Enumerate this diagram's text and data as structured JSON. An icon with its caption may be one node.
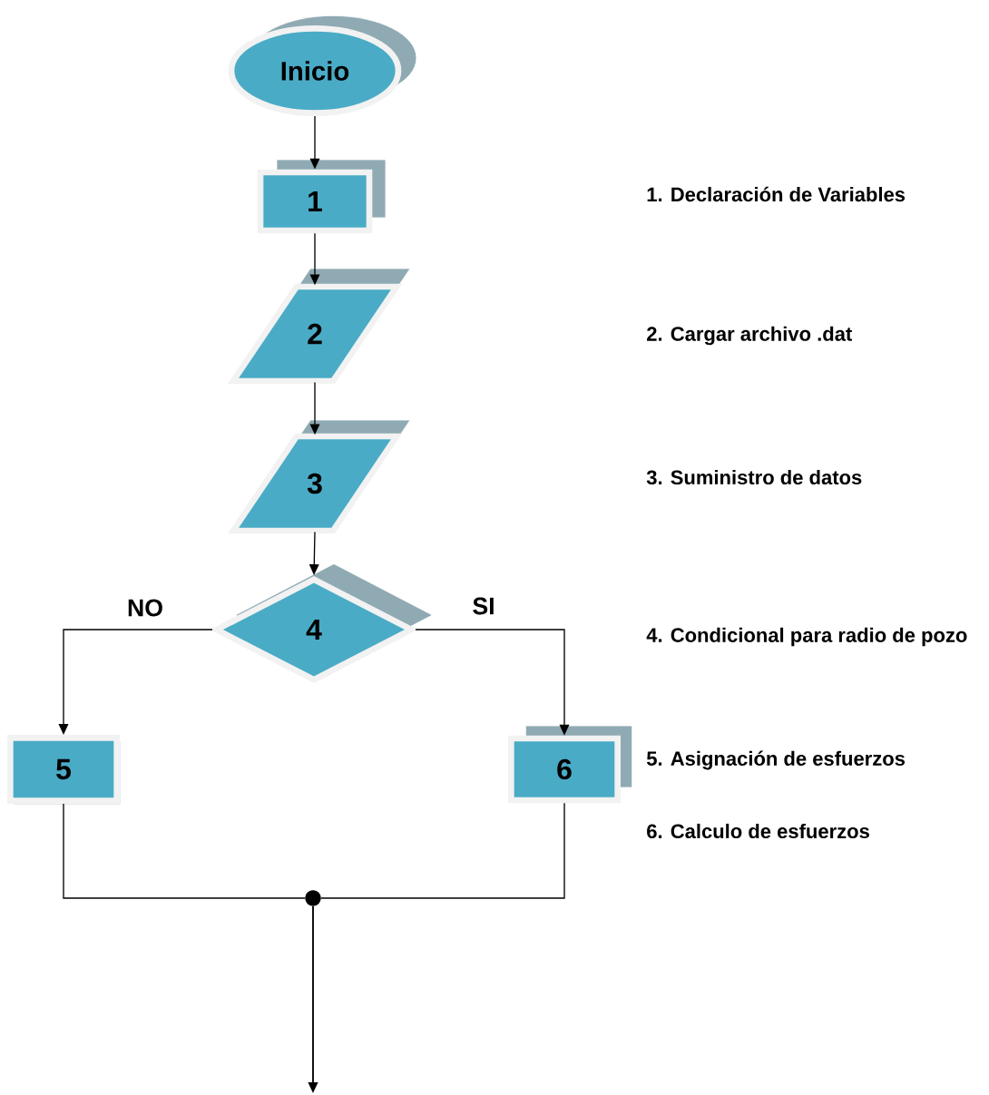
{
  "diagram": {
    "nodes": [
      {
        "text": [
          "Inicio"
        ]
      },
      {
        "text": [
          "1"
        ]
      },
      {
        "text": [
          "2"
        ]
      },
      {
        "text": [
          "3"
        ]
      },
      {
        "text": [
          "4"
        ]
      },
      {
        "text": [
          "5"
        ]
      },
      {
        "text": [
          "6"
        ]
      },
      {
        "text": [],
        "shape": "circle"
      }
    ],
    "edges": [
      {
        "from": 0,
        "to": 1,
        "arrow": "to"
      },
      {
        "from": 1,
        "to": 2,
        "arrow": "to"
      },
      {
        "from": 2,
        "to": 3,
        "arrow": "to"
      },
      {
        "from": 3,
        "to": 4,
        "arrow": "to"
      },
      {
        "from": 4,
        "to": 5,
        "arrow": "to",
        "label": "NO"
      },
      {
        "from": 4,
        "to": 6,
        "arrow": "to",
        "label": "SI"
      },
      {
        "from": 5,
        "to": 7,
        "arrow": "none"
      },
      {
        "from": 6,
        "to": 7,
        "arrow": "none"
      },
      {
        "from": 7,
        "to": null,
        "arrow": "to"
      }
    ],
    "labels": [
      "1. Declaración de Variables",
      "2. Cargar archivo .dat",
      "3. Suministro de datos",
      "4. Condicional para radio de pozo",
      "5. Asignación de esfuerzos",
      "6. Calculo de esfuerzos"
    ]
  }
}
